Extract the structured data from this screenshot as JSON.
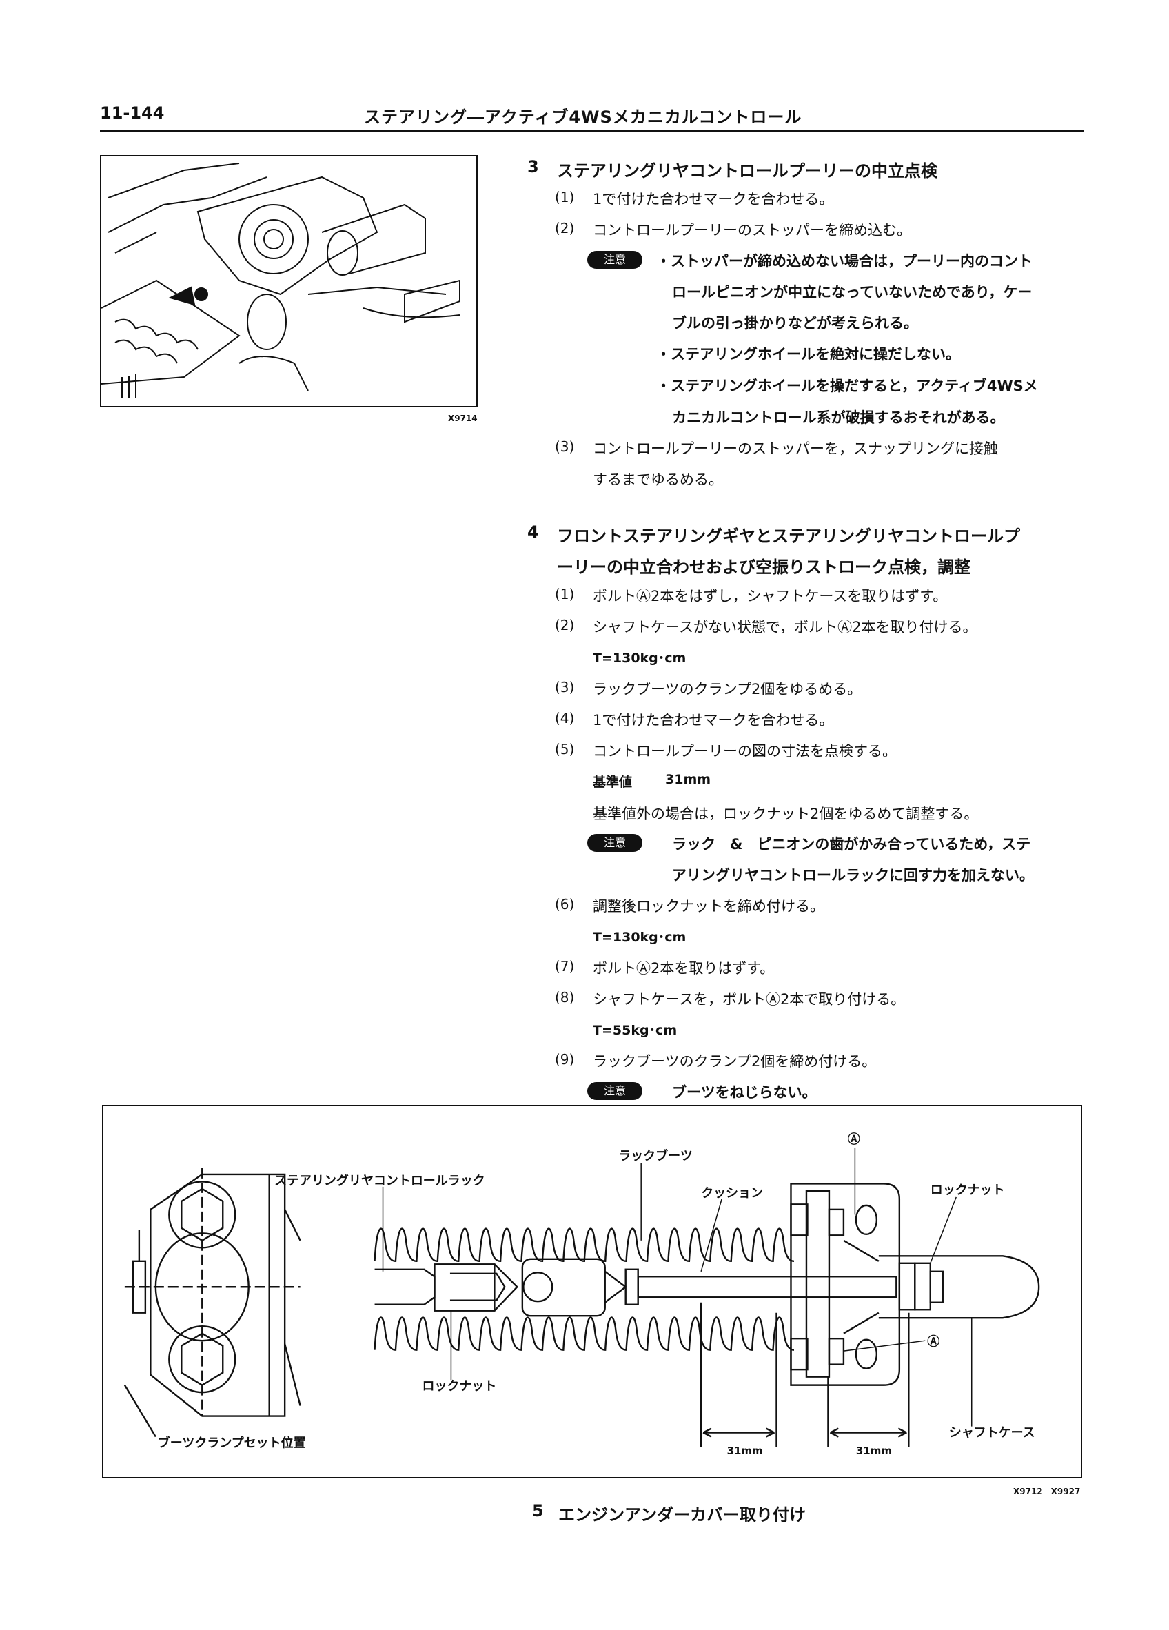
{
  "header": {
    "page_number": "11-144",
    "title": "ステアリング―アクティブ4WSメカニカルコントロール"
  },
  "figure_top": {
    "code": "X9714"
  },
  "section3": {
    "num": "3",
    "title": "ステアリングリヤコントロールプーリーの中立点検",
    "steps": [
      {
        "n": "(1)",
        "text": "1で付けた合わせマークを合わせる。"
      },
      {
        "n": "(2)",
        "text": "コントロールプーリーのストッパーを締め込む。"
      }
    ],
    "caution_label": "注意",
    "caution_lines": [
      "・ストッパーが締め込めない場合は，プーリー内のコント",
      "ロールピニオンが中立になっていないためであり，ケー",
      "ブルの引っ掛かりなどが考えられる。",
      "・ステアリングホイールを絶対に操だしない。",
      "・ステアリングホイールを操だすると，アクティブ4WSメ",
      "カニカルコントロール系が破損するおそれがある。"
    ],
    "step3": {
      "n": "(3)",
      "lines": [
        "コントロールプーリーのストッパーを，スナップリングに接触",
        "するまでゆるめる。"
      ]
    }
  },
  "section4": {
    "num": "4",
    "title_lines": [
      "フロントステアリングギヤとステアリングリヤコントロールプ",
      "ーリーの中立合わせおよび空振りストローク点検，調整"
    ],
    "s1": {
      "n": "(1)",
      "text": "ボルトⒶ2本をはずし，シャフトケースを取りはずす。"
    },
    "s2": {
      "n": "(2)",
      "text": "シャフトケースがない状態で，ボルトⒶ2本を取り付ける。",
      "torque": "T=130kg･cm"
    },
    "s3": {
      "n": "(3)",
      "text": "ラックブーツのクランプ2個をゆるめる。"
    },
    "s4": {
      "n": "(4)",
      "text": "1で付けた合わせマークを合わせる。"
    },
    "s5": {
      "n": "(5)",
      "text": "コントロールプーリーの図の寸法を点検する。",
      "std_label": "基準値",
      "std_value": "31mm",
      "extra": "基準値外の場合は，ロックナット2個をゆるめて調整する。",
      "caution_label": "注意",
      "caution_lines": [
        "ラック　&　ピニオンの歯がかみ合っているため，ステ",
        "アリングリヤコントロールラックに回す力を加えない。"
      ]
    },
    "s6": {
      "n": "(6)",
      "text": "調整後ロックナットを締め付ける。",
      "torque": "T=130kg･cm"
    },
    "s7": {
      "n": "(7)",
      "text": "ボルトⒶ2本を取りはずす。"
    },
    "s8": {
      "n": "(8)",
      "text": "シャフトケースを，ボルトⒶ2本で取り付ける。",
      "torque": "T=55kg･cm"
    },
    "s9": {
      "n": "(9)",
      "text": "ラックブーツのクランプ2個を締め付ける。",
      "caution_label": "注意",
      "caution_text": "ブーツをねじらない。"
    }
  },
  "figure_bottom": {
    "labels": {
      "rack": "ステアリングリヤコントロールラック",
      "rack_boot": "ラックブーツ",
      "cushion": "クッション",
      "bolt_a_top": "Ⓐ",
      "bolt_a_bottom": "Ⓐ",
      "locknut_right": "ロックナット",
      "locknut_left": "ロックナット",
      "shaft_case": "シャフトケース",
      "clamp_position": "ブーツクランプセット位置",
      "dim1": "31mm",
      "dim2": "31mm"
    },
    "code": "X9712　X9927"
  },
  "section5": {
    "num": "5",
    "title": "エンジンアンダーカバー取り付け"
  }
}
